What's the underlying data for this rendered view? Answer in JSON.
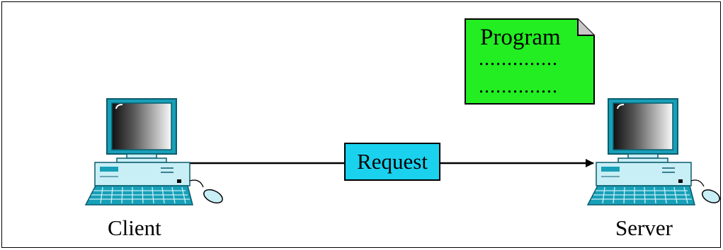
{
  "client": {
    "label": "Client"
  },
  "server": {
    "label": "Server"
  },
  "request": {
    "label": "Request"
  },
  "program": {
    "title": "Program",
    "line1": "..............",
    "line2": ".............."
  },
  "colors": {
    "request_fill": "#1ad2ee",
    "program_fill": "#22ee22",
    "computer_teal": "#17a0b8",
    "computer_light": "#c8eef6"
  },
  "icons": [
    "client-computer-icon",
    "server-computer-icon",
    "document-icon"
  ]
}
